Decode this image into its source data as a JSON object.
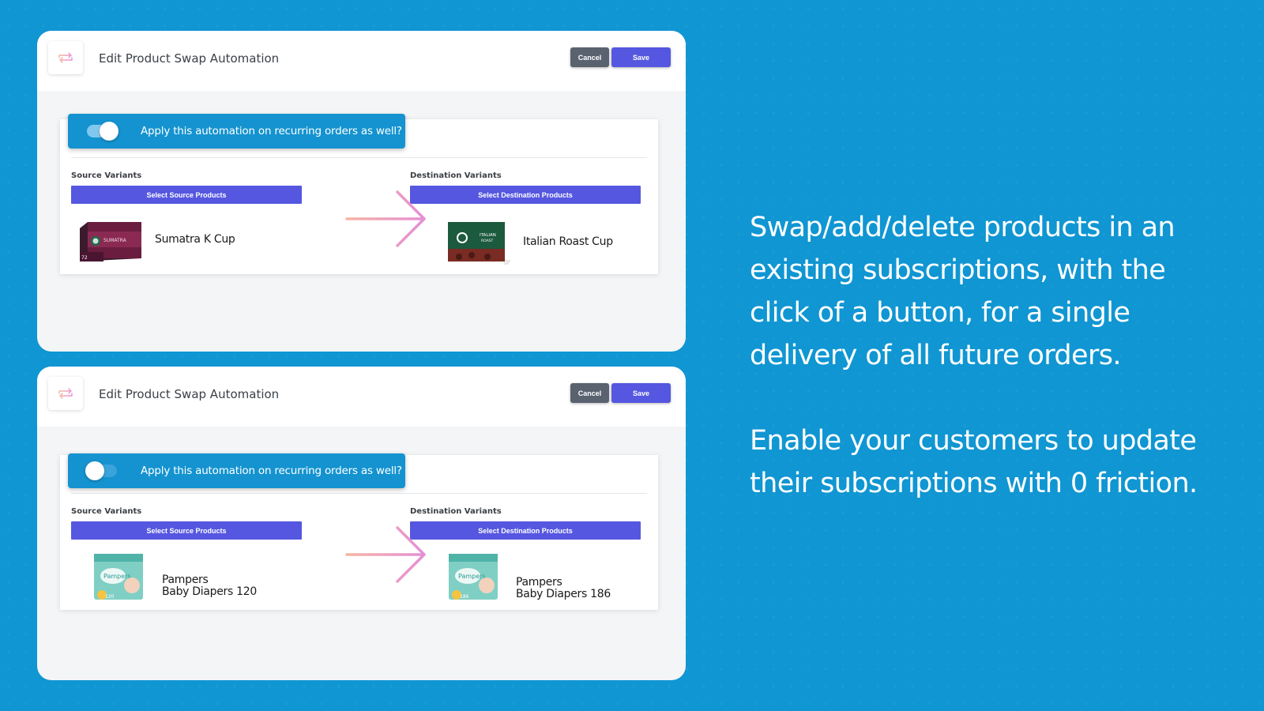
{
  "colors": {
    "background": "#1096d2",
    "accent": "#5557e0",
    "banner": "#1493d0",
    "cancel": "#5a6270"
  },
  "panels": [
    {
      "title": "Edit Product Swap Automation",
      "cancel_label": "Cancel",
      "save_label": "Save",
      "toggle_label": "Apply this automation on recurring orders as well?",
      "toggle_on": true,
      "source_label": "Source Variants",
      "source_button": "Select Source Products",
      "source_product": "Sumatra K Cup",
      "dest_label": "Destination Variants",
      "dest_button": "Select Destination Products",
      "dest_product": "Italian Roast Cup"
    },
    {
      "title": "Edit Product Swap Automation",
      "cancel_label": "Cancel",
      "save_label": "Save",
      "toggle_label": "Apply this automation on recurring orders as well?",
      "toggle_on": false,
      "source_label": "Source Variants",
      "source_button": "Select Source Products",
      "source_product_line1": "Pampers",
      "source_product_line2": "Baby Diapers 120",
      "dest_label": "Destination Variants",
      "dest_button": "Select Destination Products",
      "dest_product_line1": "Pampers",
      "dest_product_line2": "Baby Diapers 186"
    }
  ],
  "marketing": {
    "paragraph1": "Swap/add/delete products in an existing subscriptions, with the click of a button, for a single delivery of all future orders.",
    "paragraph2": "Enable your customers to update their subscriptions with 0 friction."
  },
  "icons": {
    "header": "swap-arrows-icon",
    "arrow": "right-arrow-icon",
    "source_image_1": "sumatra-kcup-box-image",
    "dest_image_1": "italian-roast-box-image",
    "source_image_2": "pampers-120-box-image",
    "dest_image_2": "pampers-186-box-image"
  }
}
